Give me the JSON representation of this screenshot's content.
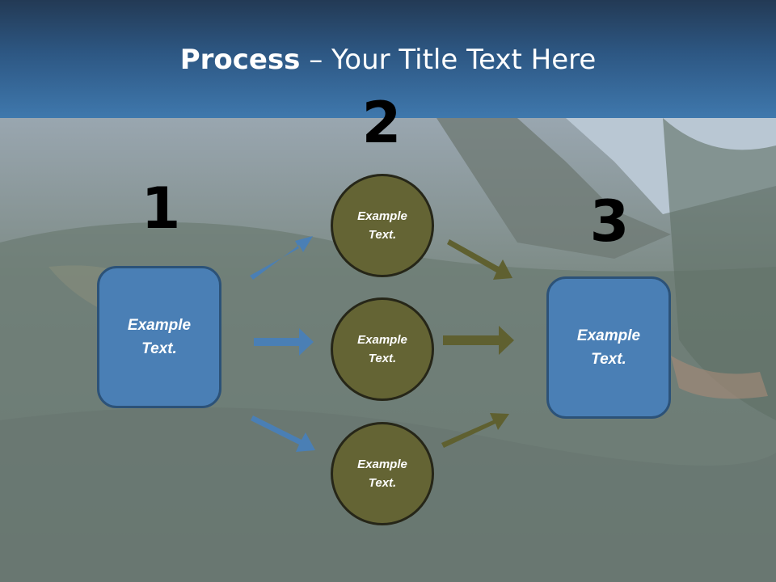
{
  "slide": {
    "title_bold": "Process",
    "title_rest": " – Your Title Text Here"
  },
  "steps": {
    "num1": "1",
    "num2": "2",
    "num3": "3"
  },
  "nodes": {
    "left_box": "Example Text.",
    "circle_top": "Example Text.",
    "circle_mid": "Example Text.",
    "circle_bottom": "Example Text.",
    "right_box": "Example Text."
  },
  "colors": {
    "box_fill": "#4a7fb5",
    "circle_fill": "#646434",
    "arrow_blue": "#4a7fb5",
    "arrow_olive": "#5f6030"
  }
}
